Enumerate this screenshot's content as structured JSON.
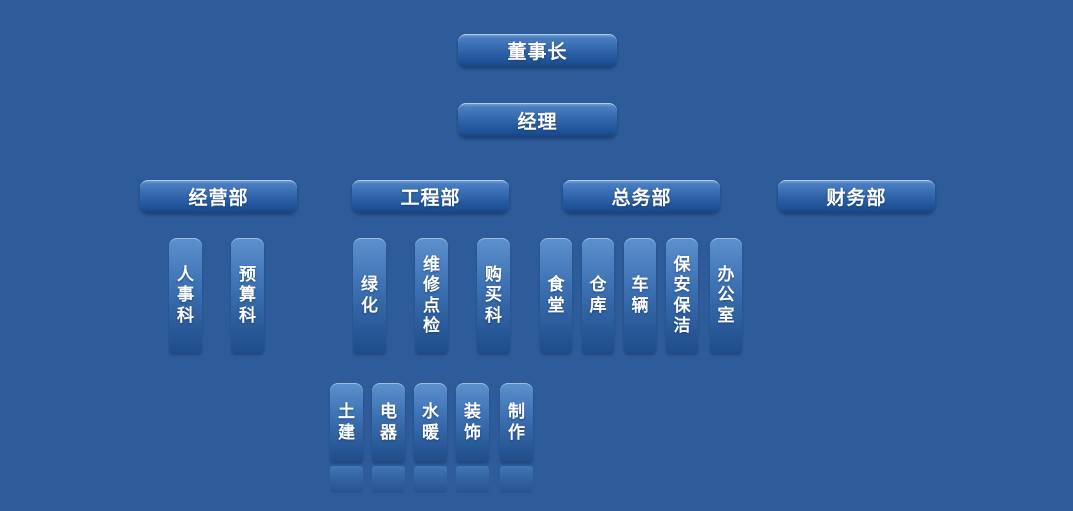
{
  "org": {
    "chairman": "董事长",
    "manager": "经理",
    "departments": [
      {
        "name": "经营部",
        "children": [
          "人事科",
          "预算科"
        ]
      },
      {
        "name": "工程部",
        "children": [
          "绿化",
          "维修点检",
          "购买科"
        ]
      },
      {
        "name": "总务部",
        "children": [
          "食堂",
          "仓库",
          "车辆",
          "保安保洁",
          "办公室"
        ]
      },
      {
        "name": "财务部",
        "children": []
      }
    ],
    "engineering_subteams": [
      "土建",
      "电器",
      "水暖",
      "装饰",
      "制作"
    ]
  },
  "colors": {
    "background": "#2e5c9b",
    "button_gradient_top": "#7ba7d9",
    "button_gradient_bottom": "#1b4e95",
    "text": "#ffffff"
  }
}
